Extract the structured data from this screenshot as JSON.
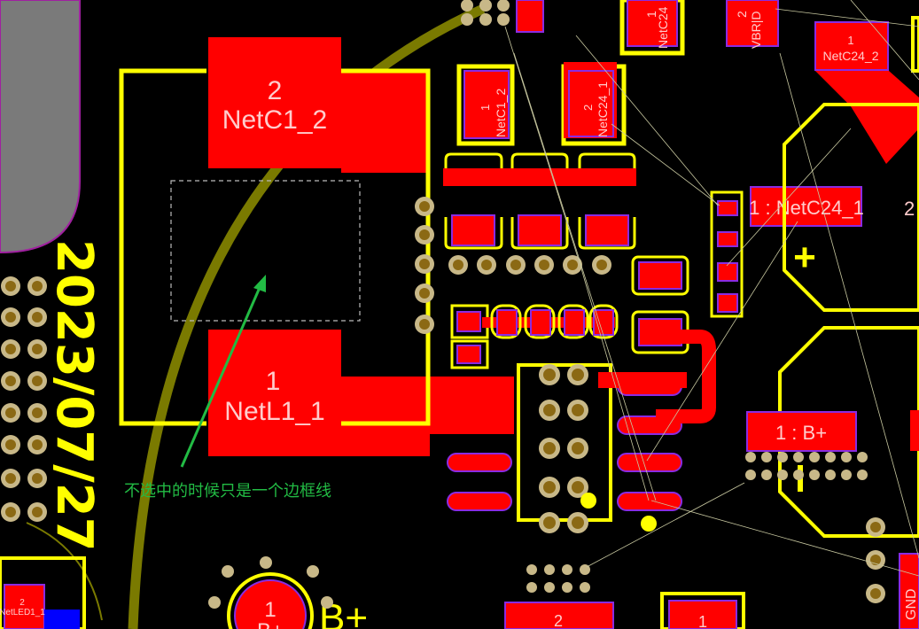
{
  "app": {
    "title": "PCB layout editor"
  },
  "colors": {
    "background": "#000000",
    "copper": "#ff0000",
    "silkscreen": "#ffff00",
    "board_outline": "#7a7a00",
    "pad": "#8b6914",
    "pad_highlight": "#c8b888",
    "annotation": "#22bb44",
    "ratsnest": "#c8c8a0",
    "label": "#ffffff"
  },
  "silkscreen_text": {
    "date": "2023/07/27",
    "bplus": "B+"
  },
  "annotation": {
    "text": "不选中的时候只是一个边框线"
  },
  "components": {
    "l1_pad2": {
      "num": "2",
      "net": "NetC1_2"
    },
    "l1_pad1": {
      "num": "1",
      "net": "NetL1_1"
    },
    "c1_pad1": {
      "num": "1",
      "net": "NetC1_2"
    },
    "c24_pad2": {
      "num": "2",
      "net": "NetC24_1"
    },
    "top_pad1": {
      "num": "1",
      "net": "NetC24"
    },
    "top_pad2": {
      "num": "2",
      "net": "VBR|D"
    },
    "top_right_pad": {
      "num": "1",
      "net": "NetC24_2"
    },
    "netc24_label": "1 : NetC24_1",
    "bplus_label": "1 : B+",
    "right_edge_num": "2",
    "bottom_pad1": {
      "num": "1",
      "net": "B+"
    },
    "bottom_pad2": "2",
    "bottom_pad3": "1",
    "led": {
      "num": "2",
      "net": "NetLED1_1"
    },
    "gnd_partial": "GND"
  }
}
